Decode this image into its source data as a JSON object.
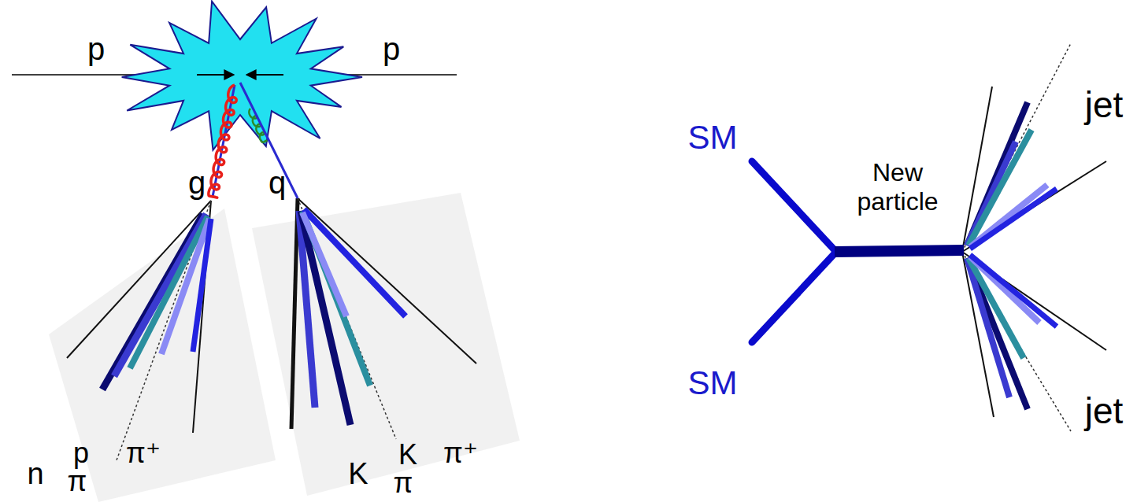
{
  "diagram": {
    "labels": [
      "p",
      "p",
      "g",
      "q",
      "n",
      "p",
      "π",
      "π⁺",
      "K",
      "K",
      "π",
      "π⁺",
      "SM",
      "New particle",
      "SM",
      "jet",
      "jet"
    ]
  }
}
